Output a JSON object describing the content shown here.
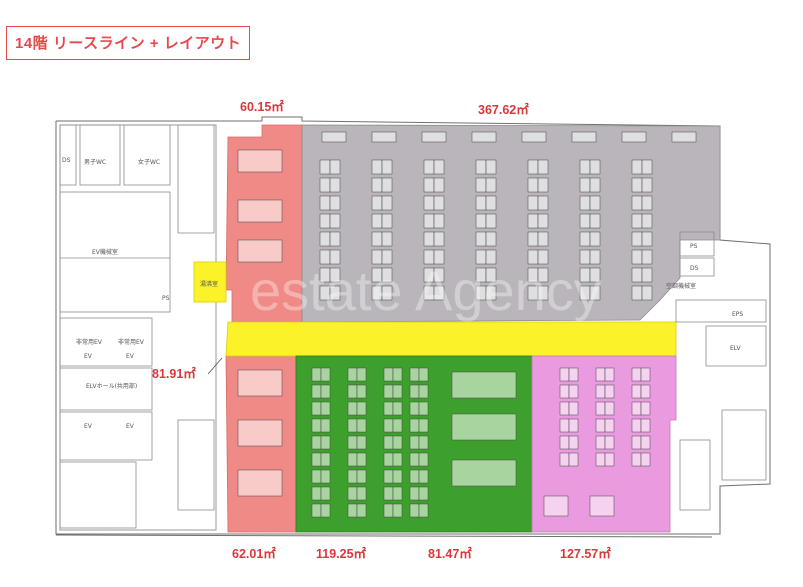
{
  "title": "14階 リースライン + レイアウト",
  "watermark": "estate Agency",
  "colors": {
    "title": "#e8484b",
    "area_label": "#d9383b",
    "red_zone": "#f08a86",
    "gray_zone": "#b9b5bb",
    "yellow_zone": "#fbf22a",
    "green_zone": "#3ea02c",
    "pink_zone": "#ea9be0"
  },
  "areas": {
    "top_left": "60.15㎡",
    "top_right": "367.62㎡",
    "corridor": "81.91㎡",
    "bottom_1": "62.01㎡",
    "bottom_2": "119.25㎡",
    "bottom_3": "81.47㎡",
    "bottom_4": "127.57㎡"
  },
  "rooms": {
    "ev_machine": "EV機械室",
    "elv_hall": "ELVホール(共用部)",
    "emergency_ev": "非常用EV",
    "emergency_ev2": "非常用EV",
    "tea_room": "湯沸室",
    "ps": "PS",
    "eps": "EPS",
    "elv": "ELV",
    "ds": "DS",
    "ds2": "DS",
    "ps2": "PS",
    "machine_room": "空調機械室",
    "wc_male": "男子WC",
    "wc_female": "女子WC",
    "ev1": "EV",
    "ev2": "EV",
    "ev3": "EV",
    "ev4": "EV"
  }
}
